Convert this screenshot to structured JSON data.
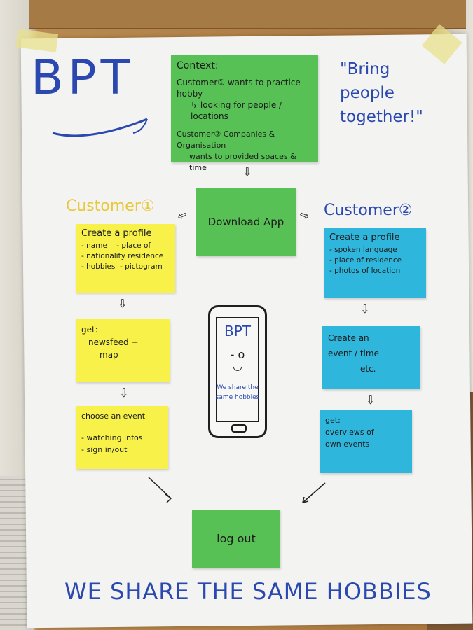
{
  "logo_text": "BPT",
  "slogan": "\"Bring people together!\"",
  "context": {
    "title": "Context:",
    "line1": "Customer① wants to practice hobby",
    "line2": "↳ looking for people / locations",
    "line3": "Customer② Companies & Organisation",
    "line4": "wants to provided spaces & time"
  },
  "download": "Download App",
  "customer1": {
    "heading": "Customer①",
    "profile": {
      "title": "Create a profile",
      "item1": "- name    - place of",
      "item2": "- nationality residence",
      "item3": "- hobbies  - pictogram"
    },
    "get": {
      "line1": "get:",
      "line2": "newsfeed +",
      "line3": "map"
    },
    "event": {
      "line1": "choose an event",
      "line2": "- watching infos",
      "line3": "- sign in/out"
    }
  },
  "customer2": {
    "heading": "Customer②",
    "profile": {
      "title": "Create a profile",
      "item1": "- spoken language",
      "item2": "- place of residence",
      "item3": "- photos of location"
    },
    "create": {
      "line1": "Create an",
      "line2": "event / time",
      "line3": "etc."
    },
    "get": {
      "line1": "get:",
      "line2": "overviews of",
      "line3": "own events"
    }
  },
  "phone": {
    "title": "BPT",
    "face": "- o\n◡",
    "text": "We share the same hobbies"
  },
  "logout": "log out",
  "footer": "WE SHARE THE SAME HOBBIES",
  "colors": {
    "green": "#58c155",
    "yellow": "#f7f14a",
    "blue": "#2fb6dc",
    "ink_blue": "#2a48b0"
  }
}
